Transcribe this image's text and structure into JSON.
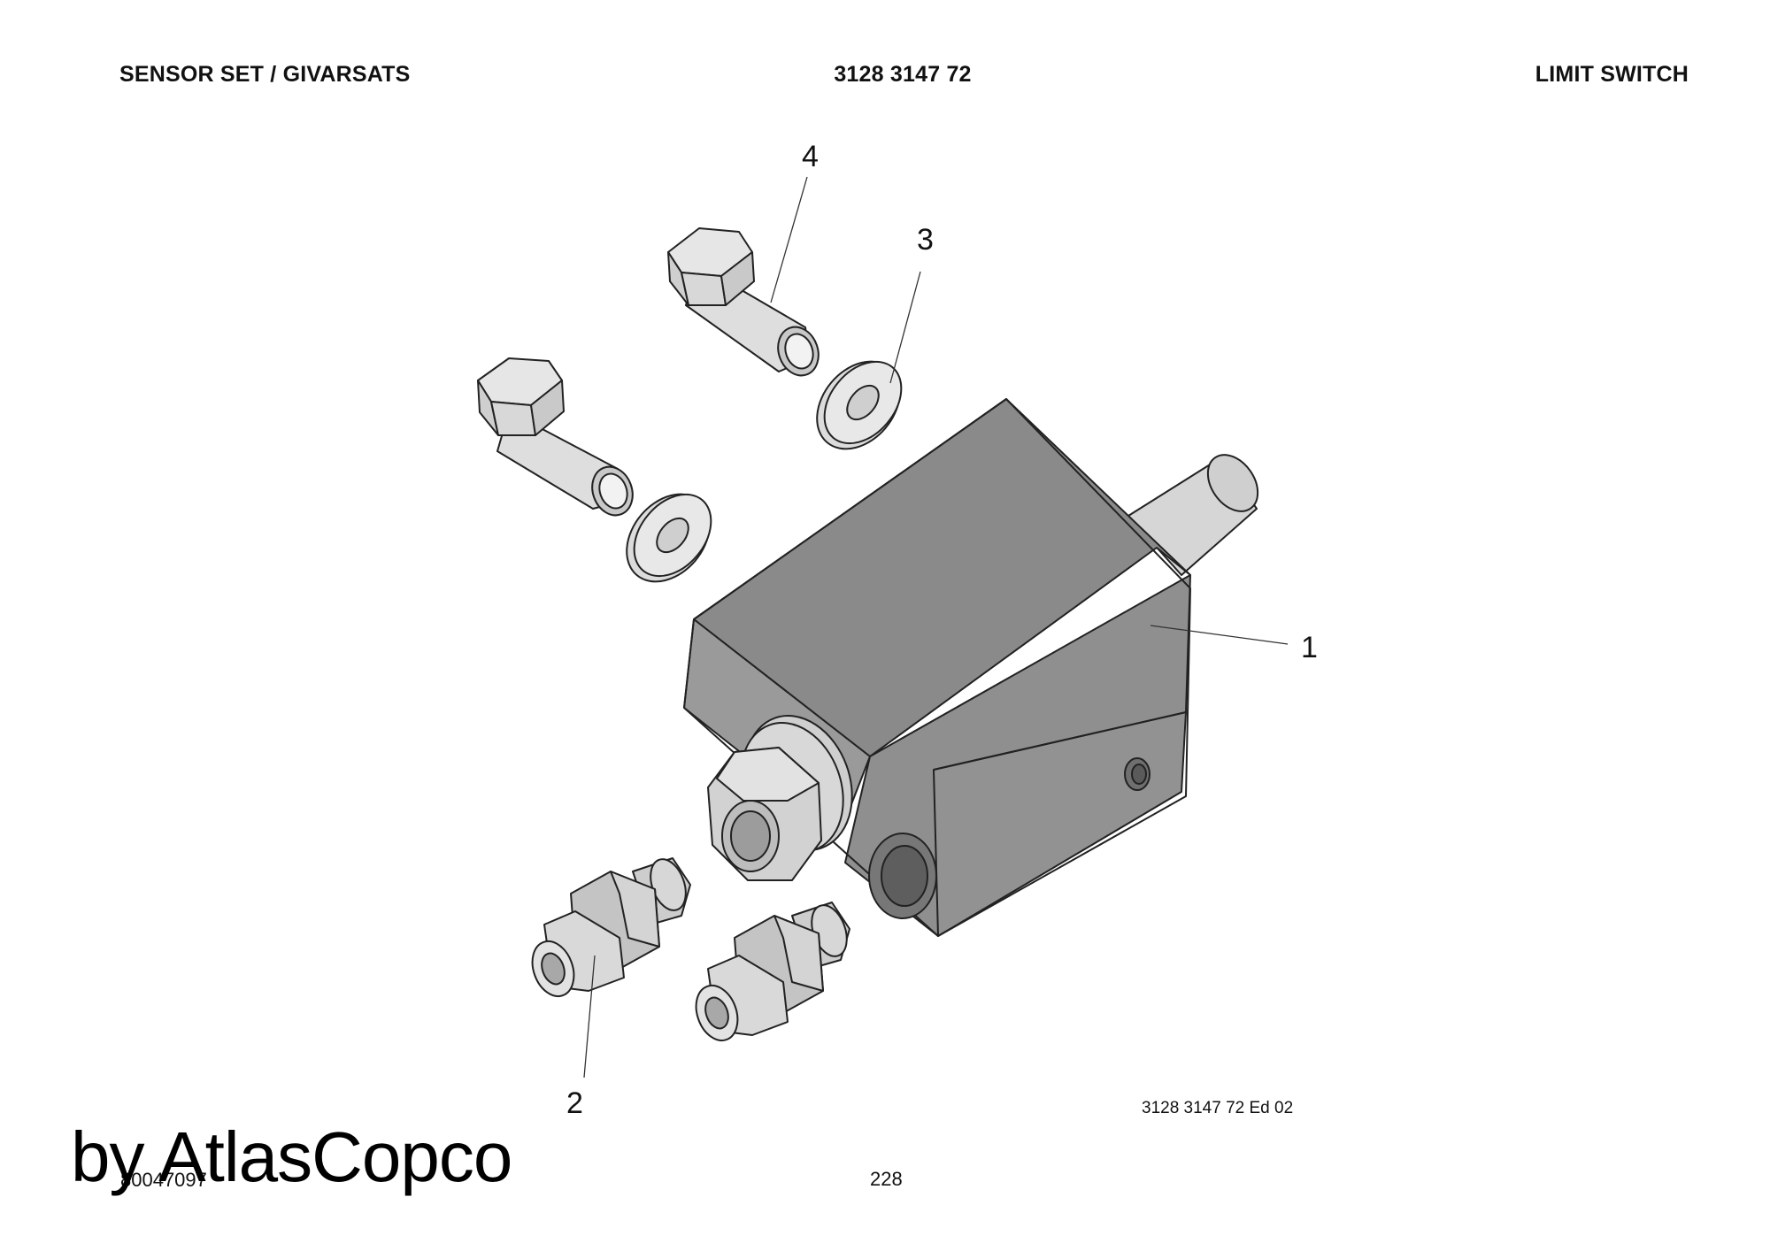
{
  "header": {
    "left": "SENSOR SET / GIVARSATS",
    "center": "3128 3147 72",
    "right": "LIMIT SWITCH"
  },
  "callouts": {
    "c1": "1",
    "c2": "2",
    "c3": "3",
    "c4": "4"
  },
  "footer": {
    "edition": "3128 3147 72 Ed 02",
    "page_number": "228",
    "figure_code": "80047097",
    "watermark": "by AtlasCopco"
  }
}
